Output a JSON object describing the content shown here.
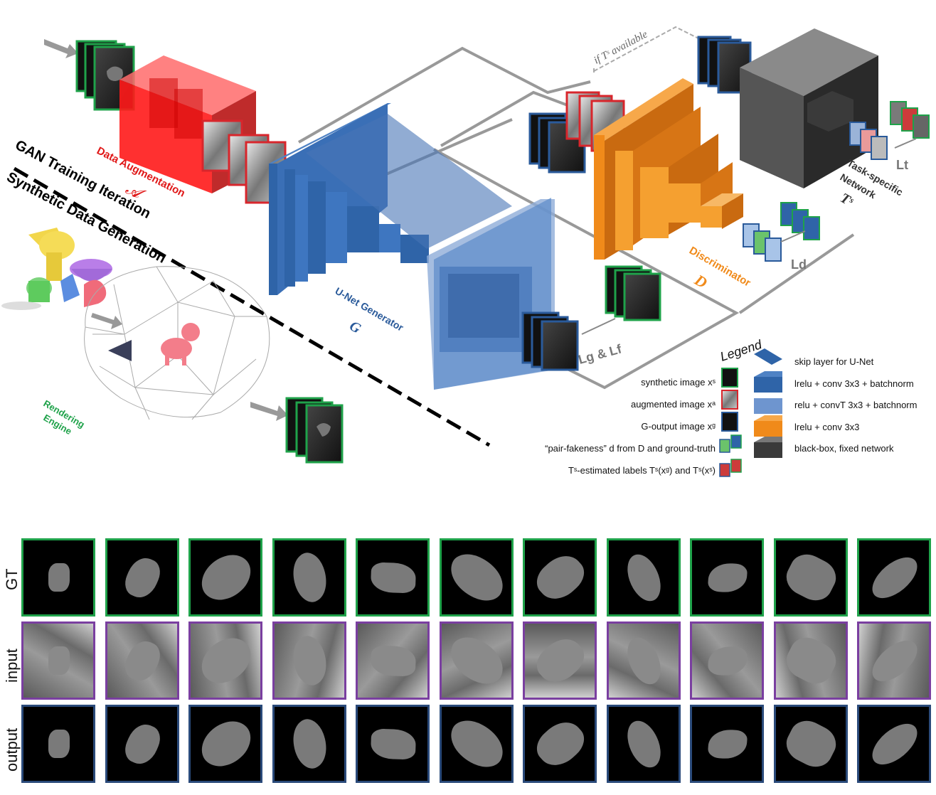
{
  "labels": {
    "data_augmentation": "Data Augmentation",
    "data_augmentation_symbol": "𝓐",
    "gan_training": "GAN Training Iteration",
    "synthetic_data": "Synthetic Data Generation",
    "rendering_engine_line1": "Rendering",
    "rendering_engine_line2": "Engine",
    "unet_generator": "U-Net Generator",
    "unet_symbol": "G",
    "discriminator": "Discriminator",
    "discriminator_symbol": "D",
    "task_network_line1": "Task-specific",
    "task_network_line2": "Network",
    "task_symbol": "Tˢ",
    "if_available": "if Tˢ available",
    "loss_g_f": "Lg & Lf",
    "loss_d": "Ld",
    "loss_t": "Lt"
  },
  "legend": {
    "title": "Legend",
    "left": [
      "synthetic image xˢ",
      "augmented image xᵃ",
      "G-output image xᵍ",
      "“pair-fakeness” d from D and ground-truth",
      "Tˢ-estimated labels Tˢ(xᵍ) and Tˢ(xˢ)"
    ],
    "right": [
      "skip layer for U-Net",
      "lrelu + conv 3x3 + batchnorm",
      "relu + convT 3x3 + batchnorm",
      "lrelu + conv 3x3",
      "black-box, fixed network"
    ]
  },
  "grid_rows": [
    "GT",
    "input",
    "output"
  ],
  "grid_columns": 11,
  "colors": {
    "augmentation": "#ff1a1a",
    "generator": "#2f64a8",
    "discriminator": "#f08a1a",
    "task_network": "#4a4a4a",
    "synthetic_border": "#1fa24a",
    "augmented_border": "#d8262c",
    "generator_border": "#2a5a9a",
    "input_border": "#7a3fa0"
  }
}
